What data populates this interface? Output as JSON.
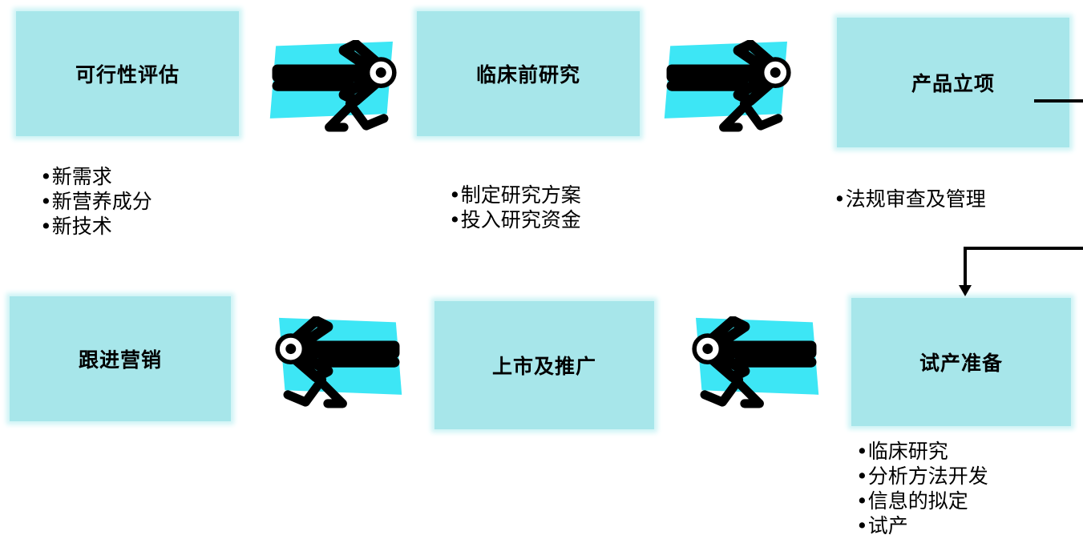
{
  "stages": {
    "s1": {
      "title": "可行性评估",
      "notes": [
        "新需求",
        "新营养成分",
        "新技术"
      ]
    },
    "s2": {
      "title": "临床前研究",
      "notes": [
        "制定研究方案",
        "投入研究资金"
      ]
    },
    "s3": {
      "title": "产品立项",
      "notes": [
        "法规审查及管理"
      ]
    },
    "s4": {
      "title": "试产准备",
      "notes": [
        "临床研究",
        "分析方法开发",
        "信息的拟定",
        "试产"
      ]
    },
    "s5": {
      "title": "上市及推广",
      "notes": []
    },
    "s6": {
      "title": "跟进营销",
      "notes": []
    }
  },
  "colors": {
    "box_fill": "#a7e6ea",
    "mascot_fill": "#3de6f5",
    "outline": "#000000"
  },
  "icons": {
    "mascot": "walking-arrow-mascot-icon",
    "connector": "elbow-arrow-icon"
  }
}
